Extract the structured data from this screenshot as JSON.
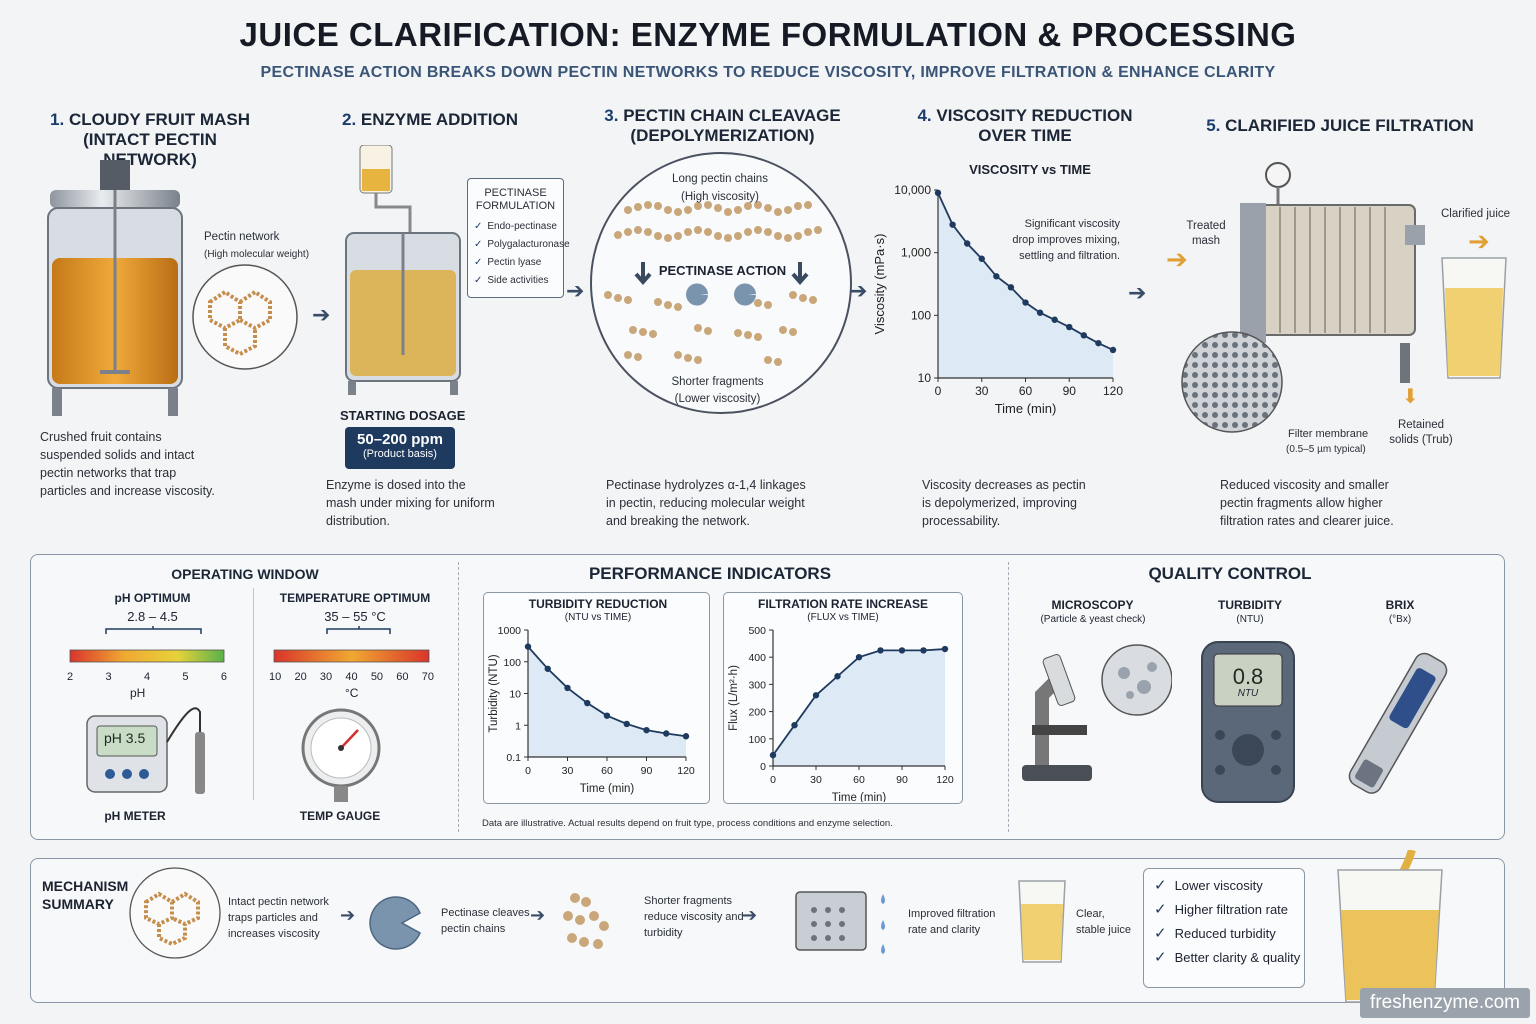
{
  "header": {
    "title": "JUICE CLARIFICATION: ENZYME FORMULATION & PROCESSING",
    "subtitle": "PECTINASE ACTION BREAKS DOWN PECTIN NETWORKS TO REDUCE VISCOSITY, IMPROVE FILTRATION & ENHANCE CLARITY"
  },
  "steps": [
    {
      "num": "1.",
      "title": "CLOUDY FRUIT MASH",
      "title2": "(INTACT PECTIN NETWORK)",
      "desc": "Crushed fruit contains suspended solids and intact pectin networks that trap particles and increase viscosity.",
      "callout": "Pectin network",
      "callout_sub": "(High molecular weight)"
    },
    {
      "num": "2.",
      "title": "ENZYME ADDITION",
      "desc": "Enzyme is dosed into the mash under mixing for uniform distribution.",
      "dose_label": "STARTING DOSAGE",
      "dose_value": "50–200 ppm",
      "dose_basis": "(Product basis)",
      "formulation_title": "PECTINASE FORMULATION",
      "formulation_items": [
        "Endo-pectinase",
        "Polygalacturonase",
        "Pectin lyase",
        "Side activities"
      ]
    },
    {
      "num": "3.",
      "title": "PECTIN CHAIN CLEAVAGE",
      "title2": "(DEPOLYMERIZATION)",
      "desc": "Pectinase hydrolyzes α-1,4 linkages in pectin, reducing molecular weight and breaking the network.",
      "top_label": "Long pectin chains",
      "top_sub": "(High viscosity)",
      "action": "PECTINASE ACTION",
      "bottom_label": "Shorter fragments",
      "bottom_sub": "(Lower viscosity)"
    },
    {
      "num": "4.",
      "title": "VISCOSITY REDUCTION",
      "title2": "OVER TIME",
      "desc": "Viscosity decreases as pectin is depolymerized, improving processability."
    },
    {
      "num": "5.",
      "title": "CLARIFIED JUICE FILTRATION",
      "desc": "Reduced viscosity and smaller pectin fragments allow higher filtration rates and clearer juice.",
      "in_label": "Treated mash",
      "out_label": "Clarified juice",
      "membrane": "Filter membrane",
      "membrane_sub": "(0.5–5 µm typical)",
      "retained": "Retained solids (Trub)"
    }
  ],
  "chart_data": [
    {
      "type": "line",
      "title": "VISCOSITY vs TIME",
      "xlabel": "Time (min)",
      "ylabel": "Viscosity (mPa·s)",
      "yscale": "log",
      "x": [
        0,
        10,
        20,
        30,
        40,
        50,
        60,
        70,
        80,
        90,
        100,
        110,
        120
      ],
      "y": [
        9000,
        2800,
        1400,
        800,
        420,
        280,
        160,
        110,
        85,
        65,
        48,
        36,
        28
      ],
      "xticks": [
        0,
        30,
        60,
        90,
        120
      ],
      "yticks": [
        "10",
        "100",
        "1,000",
        "10,000"
      ],
      "ylim": [
        10,
        10000
      ],
      "xlim": [
        0,
        120
      ],
      "annotation": "Significant viscosity drop improves mixing, settling and filtration."
    },
    {
      "type": "line",
      "title": "TURBIDITY REDUCTION",
      "subtitle": "(NTU vs TIME)",
      "xlabel": "Time (min)",
      "ylabel": "Turbidity (NTU)",
      "yscale": "log",
      "x": [
        0,
        15,
        30,
        45,
        60,
        75,
        90,
        105,
        120
      ],
      "y": [
        300,
        60,
        15,
        5,
        2,
        1.1,
        0.7,
        0.55,
        0.45
      ],
      "xticks": [
        0,
        30,
        60,
        90,
        120
      ],
      "yticks": [
        "0.1",
        "1",
        "10",
        "100",
        "1000"
      ],
      "ylim": [
        0.1,
        1000
      ],
      "xlim": [
        0,
        120
      ]
    },
    {
      "type": "line",
      "title": "FILTRATION RATE INCREASE",
      "subtitle": "(FLUX vs TIME)",
      "xlabel": "Time (min)",
      "ylabel": "Flux (L/m²·h)",
      "x": [
        0,
        15,
        30,
        45,
        60,
        75,
        90,
        105,
        120
      ],
      "y": [
        40,
        150,
        260,
        330,
        400,
        425,
        425,
        425,
        430
      ],
      "xticks": [
        0,
        30,
        60,
        90,
        120
      ],
      "yticks": [
        "0",
        "100",
        "200",
        "300",
        "400",
        "500"
      ],
      "ylim": [
        0,
        500
      ],
      "xlim": [
        0,
        120
      ]
    }
  ],
  "operating": {
    "title": "OPERATING WINDOW",
    "ph_title": "pH OPTIMUM",
    "ph_range": "2.8 – 4.5",
    "ph_ticks": [
      "2",
      "3",
      "4",
      "5",
      "6"
    ],
    "ph_unit": "pH",
    "ph_meter": "pH METER",
    "ph_reading": "pH 3.5",
    "temp_title": "TEMPERATURE OPTIMUM",
    "temp_range": "35 – 55 °C",
    "temp_ticks": [
      "10",
      "20",
      "30",
      "40",
      "50",
      "60",
      "70"
    ],
    "temp_unit": "°C",
    "temp_gauge": "TEMP GAUGE"
  },
  "performance": {
    "title": "PERFORMANCE INDICATORS",
    "footnote": "Data are illustrative. Actual results depend on fruit type, process conditions and enzyme selection."
  },
  "quality": {
    "title": "QUALITY CONTROL",
    "items": [
      {
        "name": "MICROSCOPY",
        "sub": "(Particle & yeast check)"
      },
      {
        "name": "TURBIDITY",
        "sub": "(NTU)",
        "reading": "0.8",
        "unit": "NTU"
      },
      {
        "name": "BRIX",
        "sub": "(°Bx)"
      }
    ]
  },
  "mechanism": {
    "title": "MECHANISM SUMMARY",
    "steps": [
      "Intact pectin network traps particles and increases viscosity",
      "Pectinase cleaves pectin chains",
      "Shorter fragments reduce viscosity and turbidity",
      "Improved filtration rate and clarity",
      "Clear, stable juice"
    ],
    "benefits": [
      "Lower viscosity",
      "Higher filtration rate",
      "Reduced turbidity",
      "Better clarity & quality"
    ]
  },
  "watermark": "freshenzyme.com",
  "colors": {
    "navy": "#1f3a5f",
    "juice": "#e0a035",
    "clear_juice": "#f0d070",
    "beige": "#d9a86a"
  }
}
